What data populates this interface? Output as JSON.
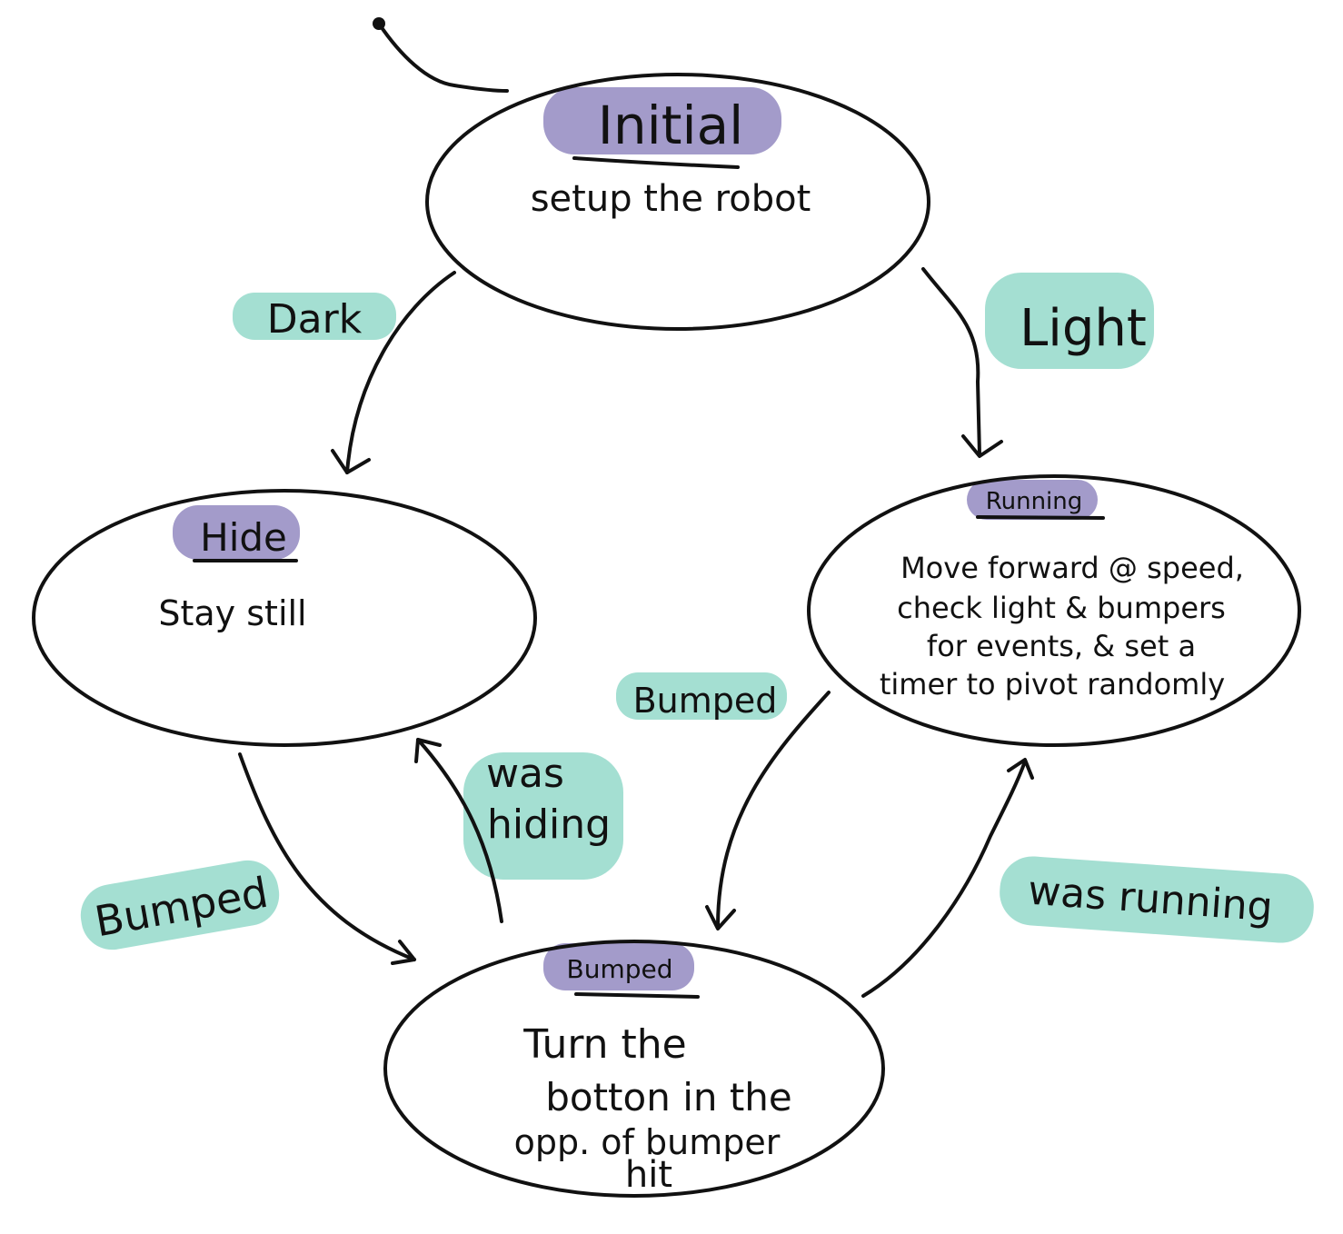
{
  "colors": {
    "state_highlight": "#a39bca",
    "transition_highlight": "#a4dfd2",
    "ink": "#111111"
  },
  "states": {
    "initial": {
      "title": "Initial",
      "body": [
        "setup the robot"
      ]
    },
    "hide": {
      "title": "Hide",
      "body": [
        "Stay still"
      ]
    },
    "running": {
      "title": "Running",
      "body": [
        "Move forward @ speed,",
        "check light & bumpers",
        "for events, & set a",
        "timer to pivot randomly"
      ]
    },
    "bumped": {
      "title": "Bumped",
      "body": [
        "Turn the",
        "botton in the",
        "opp. of bumper",
        "hit"
      ]
    }
  },
  "transitions": {
    "dark": "Dark",
    "light": "Light",
    "bumped_hide": "Bumped",
    "bumped_running": "Bumped",
    "was_hiding": [
      "was",
      "hiding"
    ],
    "was_running": "was running"
  }
}
